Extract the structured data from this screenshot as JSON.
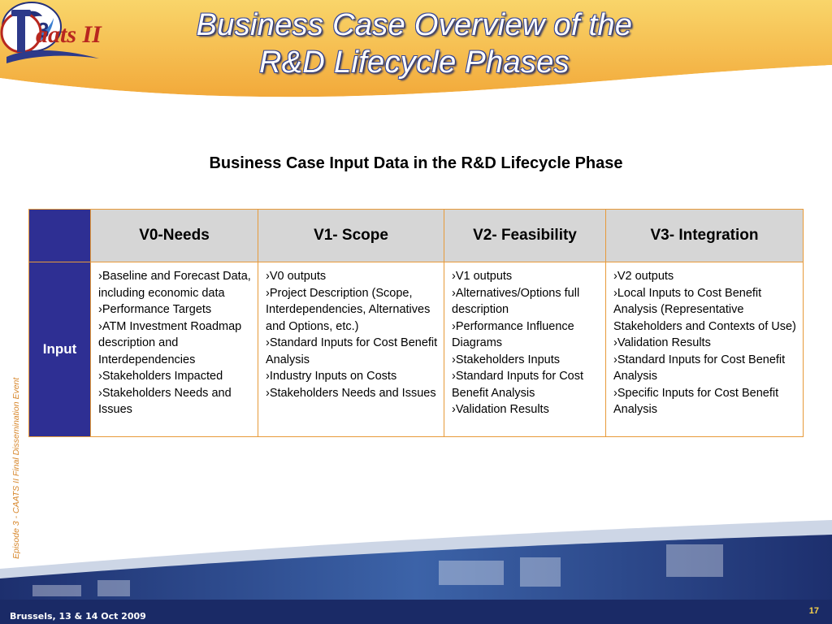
{
  "header": {
    "title_line1": "Business Case Overview of the",
    "title_line2": "R&D Lifecycle Phases"
  },
  "subtitle": "Business Case Input Data in the  R&D Lifecycle Phase",
  "table": {
    "columns": [
      "V0-Needs",
      "V1- Scope",
      "V2- Feasibility",
      "V3- Integration"
    ],
    "row_label": "Input",
    "cells": [
      [
        "Baseline and Forecast Data, including economic data",
        "Performance Targets",
        "ATM Investment Roadmap description and Interdependencies",
        "Stakeholders Impacted",
        "Stakeholders Needs and Issues"
      ],
      [
        "V0 outputs",
        "Project Description (Scope, Interdependencies, Alternatives and Options, etc.)",
        "Standard Inputs for Cost Benefit Analysis",
        "Industry Inputs on Costs",
        "Stakeholders Needs and Issues"
      ],
      [
        "V1 outputs",
        "Alternatives/Options full description",
        "Performance Influence Diagrams",
        "Stakeholders Inputs",
        "Standard Inputs for Cost Benefit Analysis",
        "Validation Results"
      ],
      [
        "V2 outputs",
        "Local Inputs to Cost Benefit Analysis (Representative Stakeholders and Contexts of Use)",
        "Validation Results",
        "Standard Inputs for Cost Benefit Analysis",
        "Specific Inputs for Cost Benefit Analysis"
      ]
    ]
  },
  "side_text": "Episode 3 - CAATS II Final Dissemination Event",
  "footer": {
    "date": "Brussels, 13 & 14 Oct 2009",
    "page": "17"
  },
  "logos": {
    "left_text": "3",
    "right_text": "aats II"
  },
  "colors": {
    "banner": "#f6c04a",
    "table_border": "#e79a3a",
    "row_header": "#2e2f93",
    "column_header": "#d6d6d6",
    "side_text": "#d7862a",
    "page_number": "#f7d24a"
  }
}
